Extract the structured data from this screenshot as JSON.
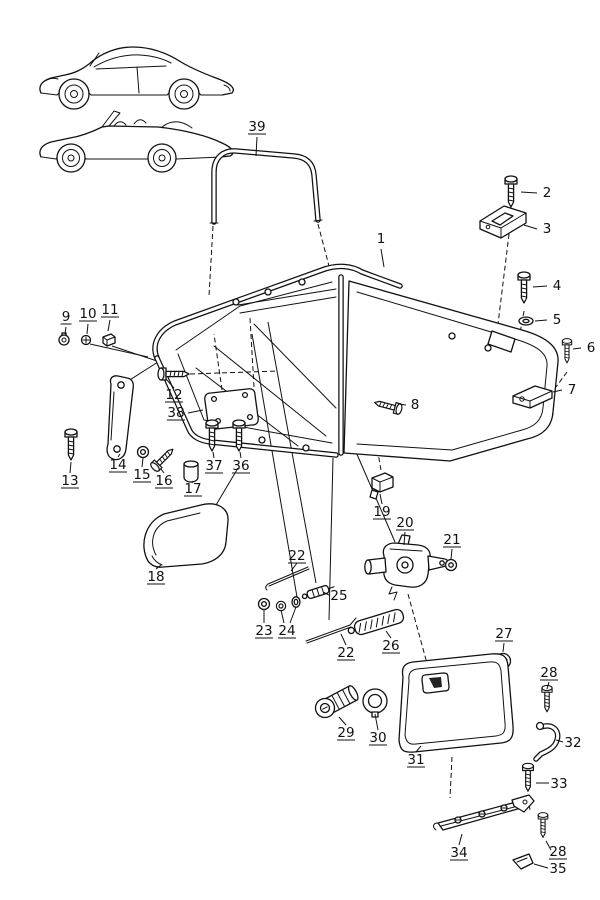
{
  "colors": {
    "ink": "#111111",
    "paper": "#ffffff"
  },
  "pictograms": [
    {
      "icon": "coupe-side-view-icon"
    },
    {
      "icon": "cabriolet-side-view-icon"
    }
  ],
  "callouts": {
    "1": "1",
    "2": "2",
    "3": "3",
    "4": "4",
    "5": "5",
    "6": "6",
    "7": "7",
    "8": "8",
    "9": "9",
    "10": "10",
    "11": "11",
    "12": "12",
    "13": "13",
    "14": "14",
    "15": "15",
    "16": "16",
    "17": "17",
    "18": "18",
    "19": "19",
    "20": "20",
    "21": "21",
    "22": "22",
    "23": "23",
    "24": "24",
    "25": "25",
    "26": "26",
    "27": "27",
    "28": "28",
    "29": "29",
    "30": "30",
    "31": "31",
    "32": "32",
    "33": "33",
    "34": "34",
    "35": "35",
    "36": "36",
    "37": "37",
    "38": "38",
    "39": "39"
  }
}
